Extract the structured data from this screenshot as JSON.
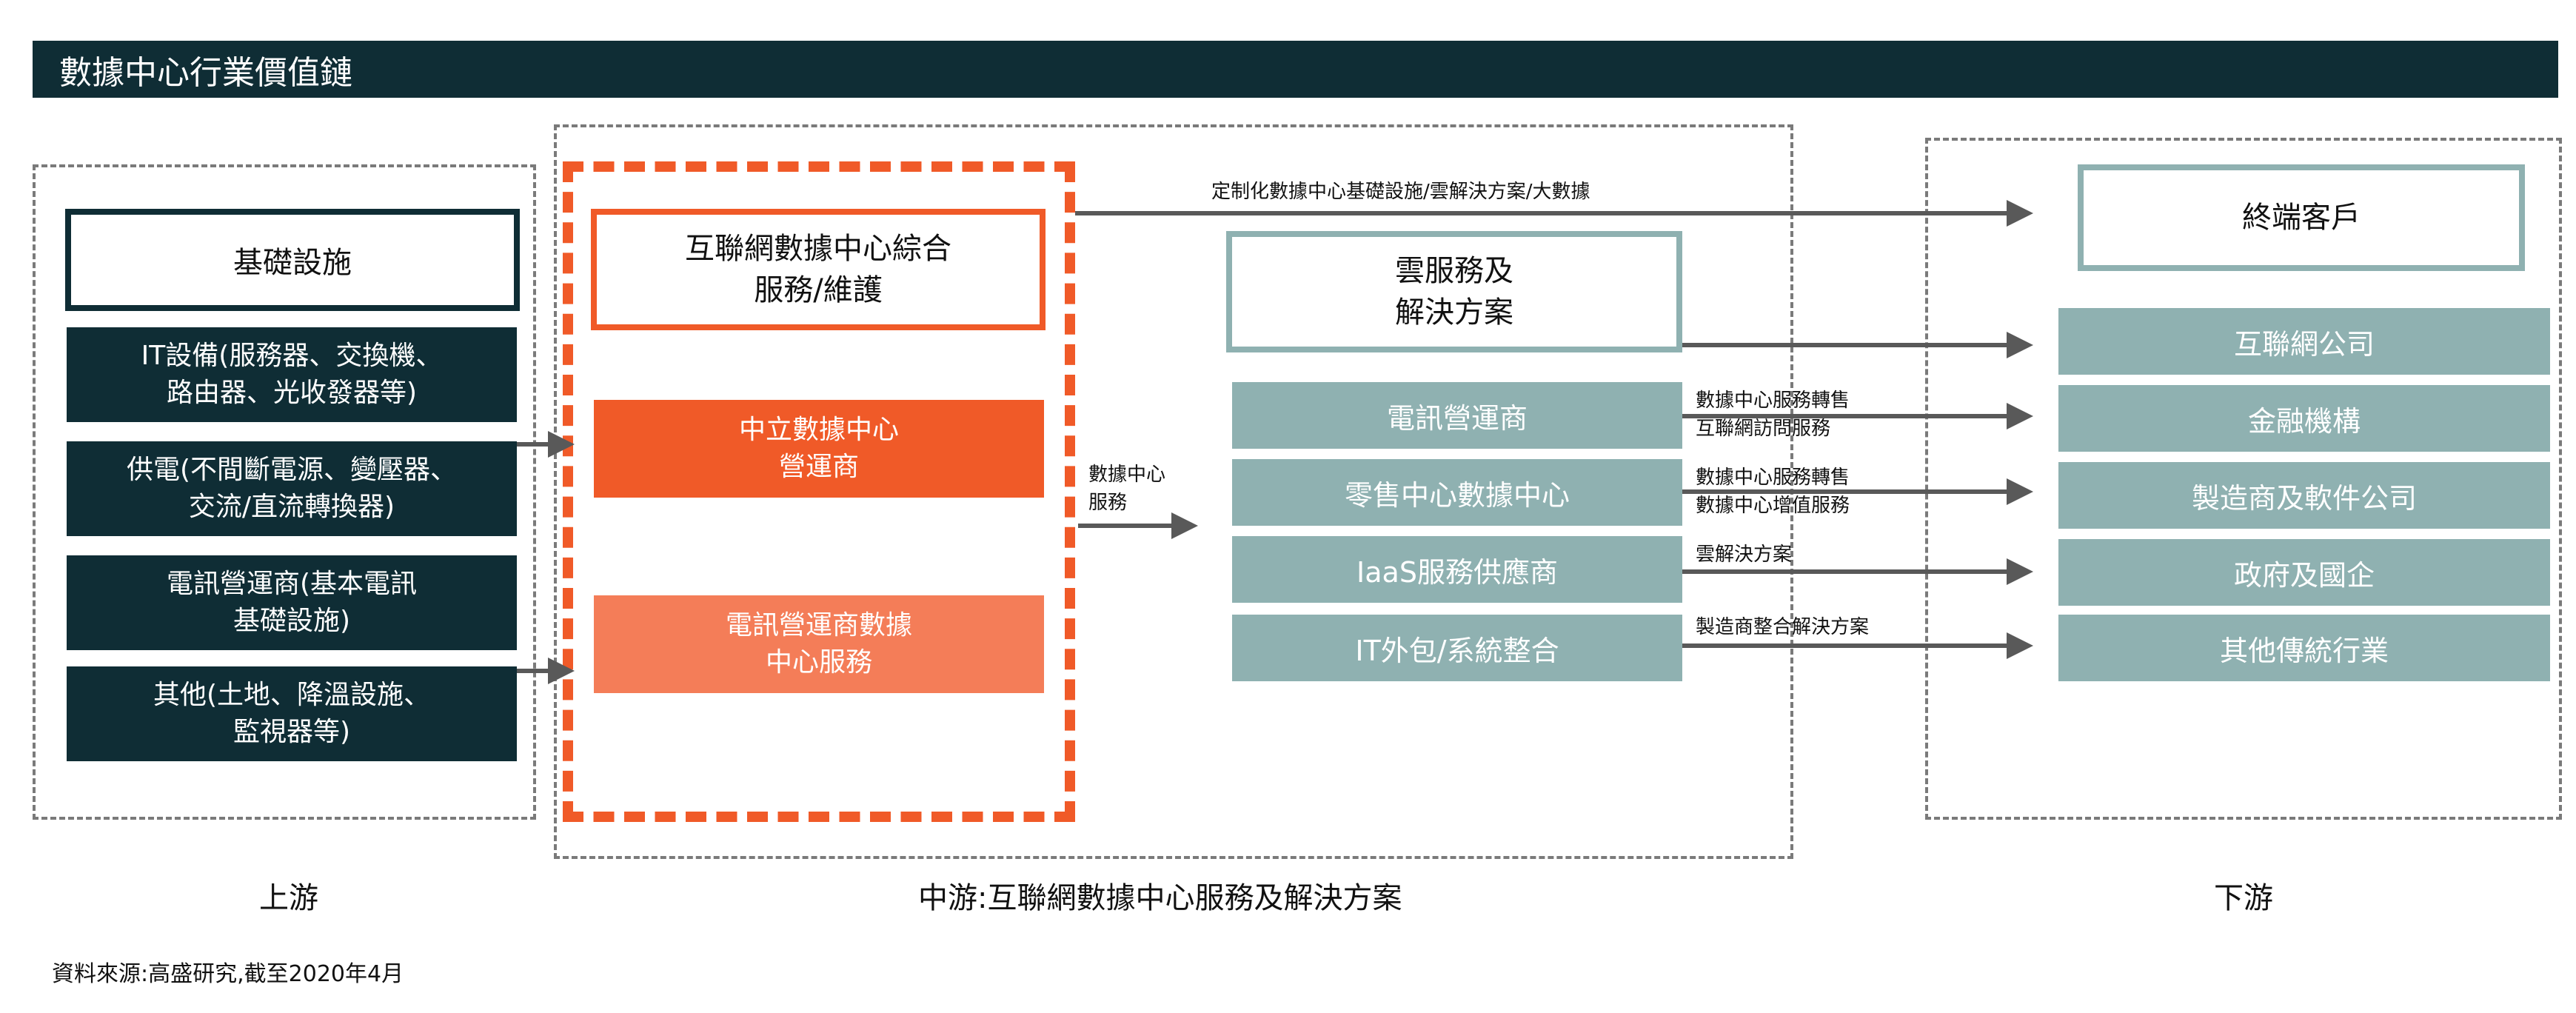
{
  "title": "數據中心行業價值鏈",
  "upstream": {
    "stage_label": "上游",
    "header_box": "基礎設施",
    "items": [
      "IT設備(服務器、交換機、\n路由器、光收發器等)",
      "供電(不間斷電源、變壓器、\n交流/直流轉換器)",
      "電訊營運商(基本電訊\n基礎設施)",
      "其他(土地、降溫設施、\n監視器等)"
    ]
  },
  "midstream": {
    "stage_label": "中游:互聯網數據中心服務及解決方案",
    "header_box": "互聯網數據中心綜合\n服務/維護",
    "neutral_operator": "中立數據中心\n營運商",
    "telecom_service": "電訊營運商數據\n中心服務",
    "dc_service_label": "數據中心\n服務",
    "top_arrow_label": "定制化數據中心基礎設施/雲解決方案/大數據",
    "cloud_box": "雲服務及\n解決方案",
    "providers": [
      "電訊營運商",
      "零售中心數據中心",
      "IaaS服務供應商",
      "IT外包/系統整合"
    ],
    "provider_arrow_labels": [
      "數據中心服務轉售\n互聯網訪問服務",
      "數據中心服務轉售\n數據中心增值服務",
      "雲解決方案",
      "製造商整合解決方案"
    ]
  },
  "downstream": {
    "stage_label": "下游",
    "header_box": "終端客戶",
    "items": [
      "互聯網公司",
      "金融機構",
      "製造商及軟件公司",
      "政府及國企",
      "其他傳統行業"
    ]
  },
  "source": "資料來源:高盛研究,截至2020年4月",
  "colors": {
    "dark": "#0f2d35",
    "orange": "#f05a28",
    "orange_light": "#f47d58",
    "teal": "#8fb1b1",
    "arrow": "#595959"
  }
}
